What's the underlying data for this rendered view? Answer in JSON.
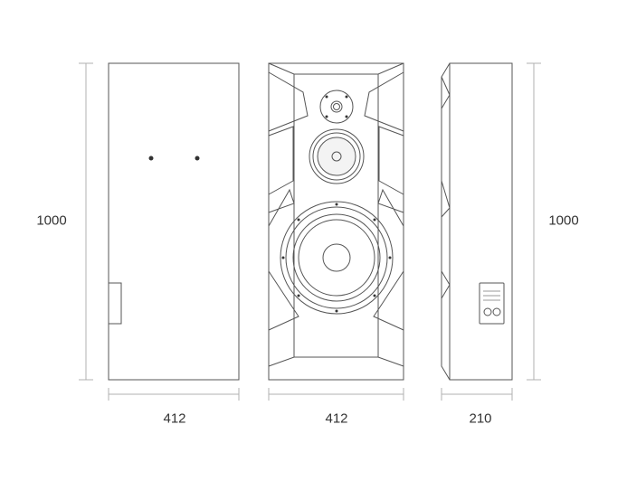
{
  "dimensions": {
    "left_height": "1000",
    "right_height": "1000",
    "rear_width": "412",
    "front_width": "412",
    "side_depth": "210"
  },
  "colors": {
    "line": "#555555",
    "dim_line": "#b0b0b0",
    "text": "#333333"
  }
}
